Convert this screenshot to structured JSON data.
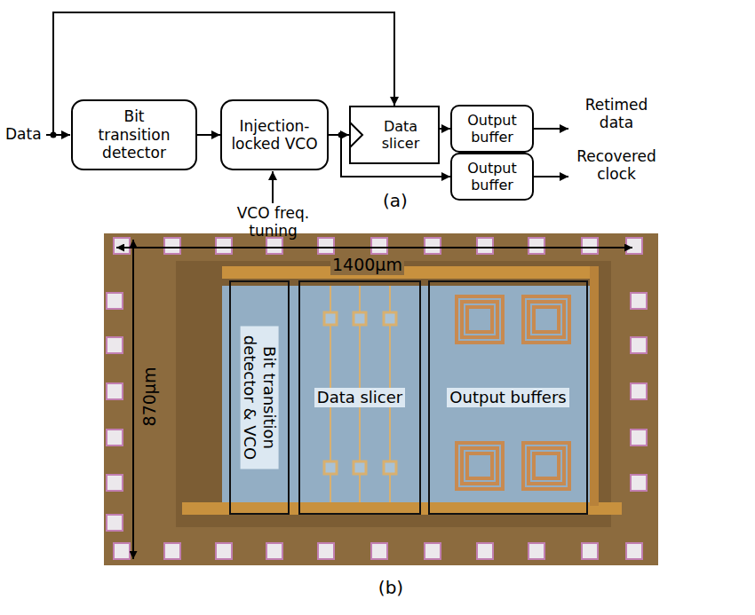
{
  "diagram": {
    "nodes": [
      {
        "text": [
          "Bit transition detector"
        ]
      },
      {
        "text": [
          "Injection- locked VCO"
        ]
      },
      {
        "text": [
          "Data slicer"
        ]
      },
      {
        "text": [
          "Output buffer"
        ]
      },
      {
        "text": [
          "Output buffer"
        ]
      },
      {
        "text": [
          "Bit transition detector & VCO"
        ]
      },
      {
        "text": [
          "Data slicer"
        ]
      },
      {
        "text": [
          "Output buffers"
        ]
      }
    ],
    "edges": [
      {
        "from": 0,
        "to": 1,
        "arrow": "to"
      },
      {
        "from": 1,
        "to": 2,
        "arrow": "to"
      },
      {
        "from": 1,
        "to": 4,
        "arrow": "to"
      },
      {
        "from": 2,
        "to": 3,
        "arrow": "to"
      }
    ],
    "labels": [
      "Data",
      "Retimed data",
      "Recovered clock",
      "VCO freq. tuning",
      "(a)",
      "1400µm",
      "870µm",
      "(b)"
    ]
  }
}
